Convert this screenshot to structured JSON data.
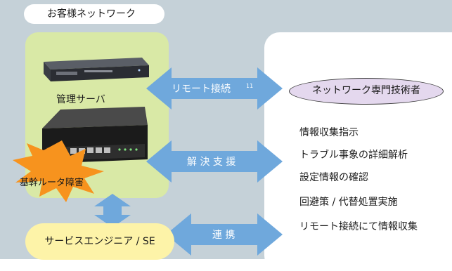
{
  "network": {
    "title": "お客様ネットワーク"
  },
  "devices": {
    "server_label": "管理サーバ",
    "router_failure": "基幹ルータ障害"
  },
  "engineer": {
    "label": "サービスエンジニア / SE"
  },
  "arrows": {
    "remote": "リモート接続",
    "remote_note": "11",
    "support": "解 決 支 援",
    "cooperation": "連 携"
  },
  "expert": {
    "label": "ネットワーク専門技術者",
    "tasks": [
      "情報収集指示",
      "トラブル事象の詳細解析",
      "設定情報の確認",
      "回避策 / 代替処置実施",
      "リモート接続にて情報収集"
    ]
  },
  "colors": {
    "background": "#c5d1d8",
    "customer_zone": "#d9e9a6",
    "engineer_zone": "#fdf3a8",
    "arrow": "#6fa8dc",
    "expert_tag": "#e4d8ee",
    "burst": "#f7931e"
  }
}
